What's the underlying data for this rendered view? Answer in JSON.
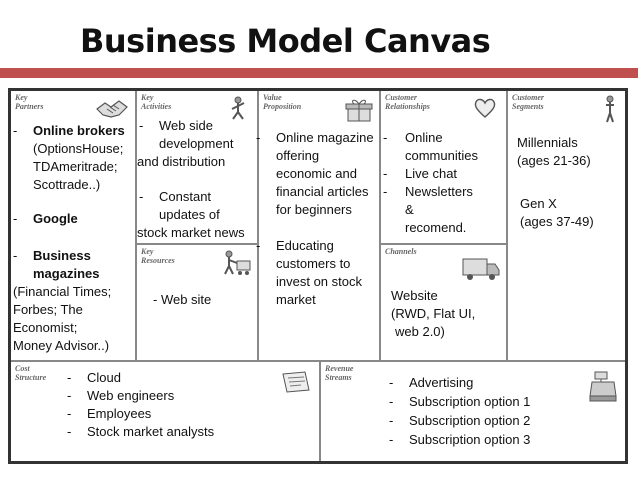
{
  "title": "Business Model Canvas",
  "headers": {
    "key_partners": "Key Partners",
    "key_activities": "Key Activities",
    "value_proposition": "Value Proposition",
    "customer_relationships": "Customer Relationships",
    "customer_segments": "Customer Segments",
    "key_resources": "Key Resources",
    "channels": "Channels",
    "cost_structure": "Cost Structure",
    "revenue_streams": "Revenue Streams"
  },
  "key_partners": {
    "l1": "-",
    "l1b": "Online brokers",
    "l2": "(OptionsHouse;",
    "l3": "TDAmeritrade;",
    "l4": "Scottrade..)",
    "l5": "-",
    "l5b": "Google",
    "l6": "-",
    "l6b": "Business",
    "l7b": "magazines",
    "l8": "(Financial Times;",
    "l9": "Forbes; The",
    "l10": "Economist;",
    "l11": "Money Advisor..)"
  },
  "key_activities": {
    "l1": "-",
    "l1t": "Web side",
    "l2": "development",
    "l3": "and distribution",
    "l4": "-",
    "l4t": "Constant",
    "l5": "updates of",
    "l6": "stock market news"
  },
  "key_resources": {
    "l1": "- Web site"
  },
  "value_proposition": {
    "l1": "-",
    "l1t": "Online magazine",
    "l2": "offering",
    "l3": "economic and",
    "l4": "financial articles",
    "l5": "for beginners",
    "l6": "-",
    "l6t": "Educating",
    "l7": "customers to",
    "l8": "invest on stock",
    "l9": "market"
  },
  "customer_relationships": {
    "l1": "-",
    "l1t": "Online",
    "l2": "communities",
    "l3": "-",
    "l3t": "Live chat",
    "l4": "-",
    "l4t": "Newsletters",
    "l5": "&",
    "l6": "recomend."
  },
  "channels": {
    "l1": "Website",
    "l2": "(RWD, Flat UI,",
    "l3": "web 2.0)"
  },
  "customer_segments": {
    "l1": "Millennials",
    "l2": "(ages 21-36)",
    "l3": "Gen X",
    "l4": "(ages 37-49)"
  },
  "cost_structure": {
    "items": [
      "Cloud",
      "Web engineers",
      "Employees",
      "Stock market analysts"
    ],
    "dash": "-"
  },
  "revenue_streams": {
    "items": [
      "Advertising",
      "Subscription option 1",
      "Subscription option 2",
      "Subscription option 3"
    ],
    "dash": "-"
  },
  "icons": {
    "key_partners": "handshake-icon",
    "key_activities": "worker-icon",
    "value_proposition": "gift-icon",
    "customer_relationships": "heart-icon",
    "customer_segments": "person-icon",
    "key_resources": "worker-cart-icon",
    "channels": "truck-icon",
    "cost_structure": "receipt-icon",
    "revenue_streams": "cash-register-icon"
  },
  "colors": {
    "accent": "#c0504d",
    "border": "#888888"
  }
}
